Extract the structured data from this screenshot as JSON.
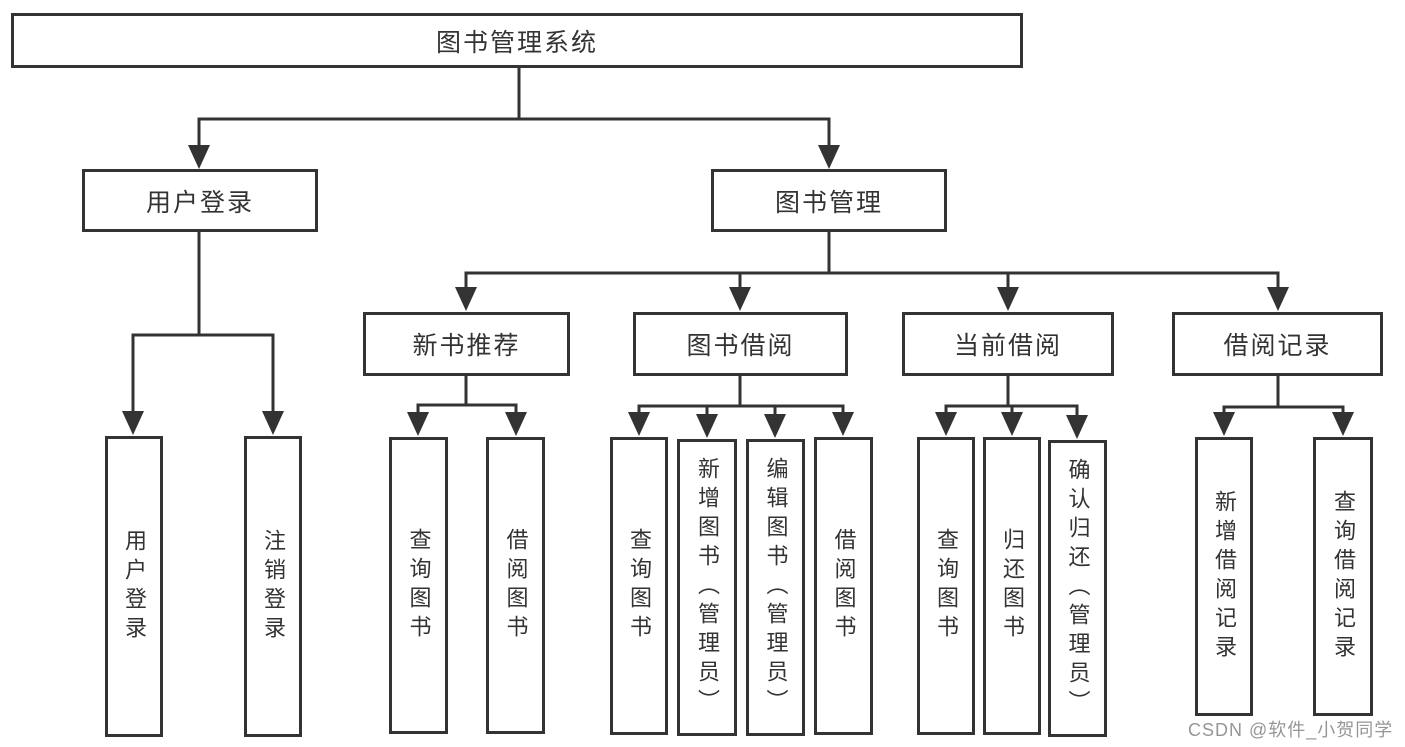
{
  "diagram_title": "图书管理系统",
  "colors": {
    "line": "#333333",
    "text": "#333333",
    "background": "#ffffff",
    "watermark": "#969696"
  },
  "tree": {
    "root": {
      "label": "图书管理系统",
      "children": [
        {
          "label": "用户登录",
          "children": [
            {
              "label": "用户登录"
            },
            {
              "label": "注销登录"
            }
          ]
        },
        {
          "label": "图书管理",
          "children": [
            {
              "label": "新书推荐",
              "children": [
                {
                  "label": "查询图书"
                },
                {
                  "label": "借阅图书"
                }
              ]
            },
            {
              "label": "图书借阅",
              "children": [
                {
                  "label": "查询图书"
                },
                {
                  "label": "新增图书（管理员）"
                },
                {
                  "label": "编辑图书（管理员）"
                },
                {
                  "label": "借阅图书"
                }
              ]
            },
            {
              "label": "当前借阅",
              "children": [
                {
                  "label": "查询图书"
                },
                {
                  "label": "归还图书"
                },
                {
                  "label": "确认归还（管理员）"
                }
              ]
            },
            {
              "label": "借阅记录",
              "children": [
                {
                  "label": "新增借阅记录"
                },
                {
                  "label": "查询借阅记录"
                }
              ]
            }
          ]
        }
      ]
    }
  },
  "watermark": {
    "text": "CSDN @软件_小贺同学"
  }
}
